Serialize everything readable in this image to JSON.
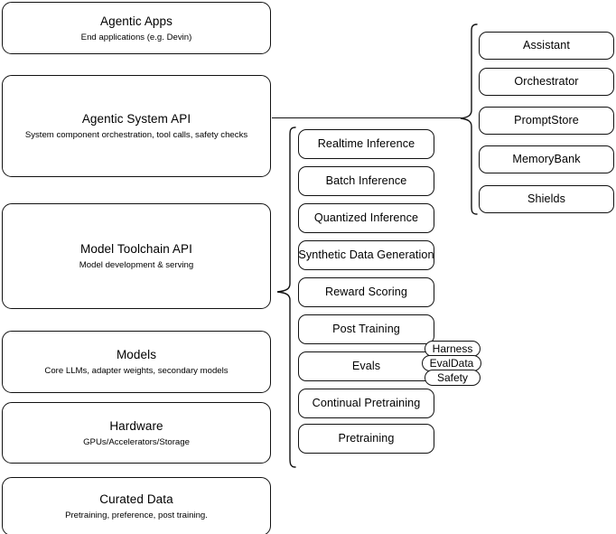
{
  "diagram": {
    "title": "AI Stack Layered Architecture",
    "stroke_color": "#111111",
    "background_color": "#ffffff"
  },
  "layers": [
    {
      "id": "agentic-apps",
      "title": "Agentic Apps",
      "subtitle": "End applications (e.g. Devin)"
    },
    {
      "id": "agentic-system-api",
      "title": "Agentic System API",
      "subtitle": "System component orchestration, tool calls, safety checks"
    },
    {
      "id": "model-toolchain-api",
      "title": "Model Toolchain API",
      "subtitle": "Model development & serving"
    },
    {
      "id": "models",
      "title": "Models",
      "subtitle": "Core LLMs, adapter weights, secondary models"
    },
    {
      "id": "hardware",
      "title": "Hardware",
      "subtitle": "GPUs/Accelerators/Storage"
    },
    {
      "id": "curated-data",
      "title": "Curated Data",
      "subtitle": "Pretraining, preference, post training."
    }
  ],
  "toolchain_components": [
    {
      "id": "realtime-inference",
      "label": "Realtime Inference"
    },
    {
      "id": "batch-inference",
      "label": "Batch Inference"
    },
    {
      "id": "quantized-inference",
      "label": "Quantized Inference"
    },
    {
      "id": "synthetic-data-generation",
      "label": "Synthetic Data Generation"
    },
    {
      "id": "reward-scoring",
      "label": "Reward Scoring"
    },
    {
      "id": "post-training",
      "label": "Post Training"
    },
    {
      "id": "evals",
      "label": "Evals"
    },
    {
      "id": "continual-pretraining",
      "label": "Continual Pretraining"
    },
    {
      "id": "pretraining",
      "label": "Pretraining"
    }
  ],
  "evals_badges": [
    {
      "id": "harness",
      "label": "Harness"
    },
    {
      "id": "evaldata",
      "label": "EvalData"
    },
    {
      "id": "safety",
      "label": "Safety"
    }
  ],
  "system_components": [
    {
      "id": "assistant",
      "label": "Assistant"
    },
    {
      "id": "orchestrator",
      "label": "Orchestrator"
    },
    {
      "id": "promptstore",
      "label": "PromptStore"
    },
    {
      "id": "memorybank",
      "label": "MemoryBank"
    },
    {
      "id": "shields",
      "label": "Shields"
    }
  ]
}
